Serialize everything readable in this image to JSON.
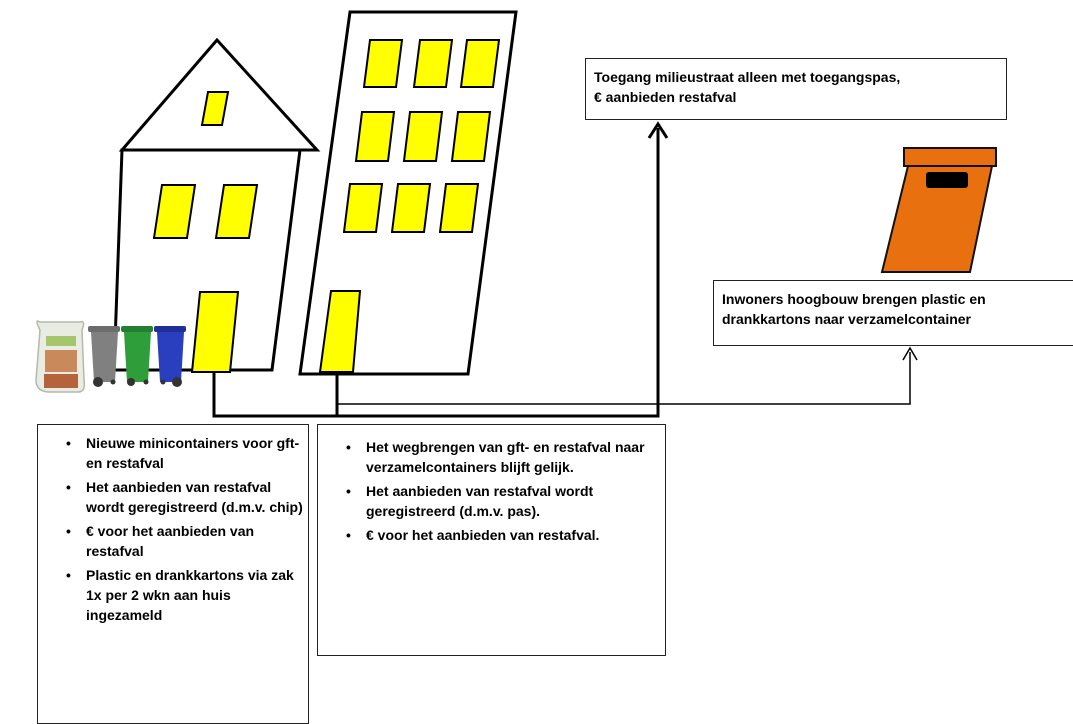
{
  "callouts": {
    "top": [
      "Toegang milieustraat alleen met toegangspas,",
      "€ aanbieden restafval"
    ],
    "right": [
      "Inwoners hoogbouw brengen plastic en",
      "drankkartons naar verzamelcontainer"
    ]
  },
  "left_box": {
    "items": [
      "Nieuwe minicontainers voor gft- en restafval",
      "Het aanbieden van restafval wordt geregistreerd (d.m.v. chip)",
      "€ voor het aanbieden van restafval",
      "Plastic en drankkartons via zak 1x per 2 wkn aan huis ingezameld"
    ]
  },
  "mid_box": {
    "items": [
      "Het wegbrengen van gft- en restafval naar verzamelcontainers blijft gelijk.",
      "Het aanbieden van restafval wordt geregistreerd (d.m.v. pas).",
      "€ voor het aanbieden van restafval."
    ]
  },
  "colors": {
    "window": "#ffff00",
    "container_orange": "#e8700e",
    "bin_grey": "#808080",
    "bin_green": "#2e9e3a",
    "bin_blue": "#2a3fbf",
    "line": "#000000"
  },
  "icons": [
    "house-icon",
    "apartment-building-icon",
    "waste-bag-icon",
    "grey-bin-icon",
    "green-bin-icon",
    "blue-bin-icon",
    "collection-container-icon"
  ]
}
